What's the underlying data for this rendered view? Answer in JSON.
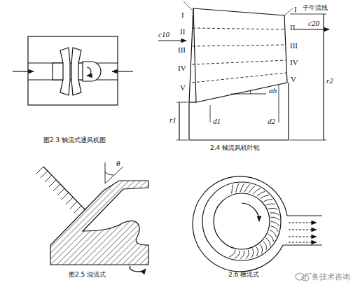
{
  "diagram": {
    "labels": [
      "图2.3 轴流式通风机图",
      "2.4 轴流风机叶轮",
      "I",
      "II",
      "III",
      "IV",
      "V",
      "I",
      "子午流线",
      "II",
      "III",
      "IV",
      "V",
      "c10",
      "c20",
      "r1",
      "d1",
      "d2",
      "r2",
      "αh",
      "图2.5 混流式",
      "θ",
      "2.6 横流式",
      "厂务技术咨询"
    ]
  }
}
